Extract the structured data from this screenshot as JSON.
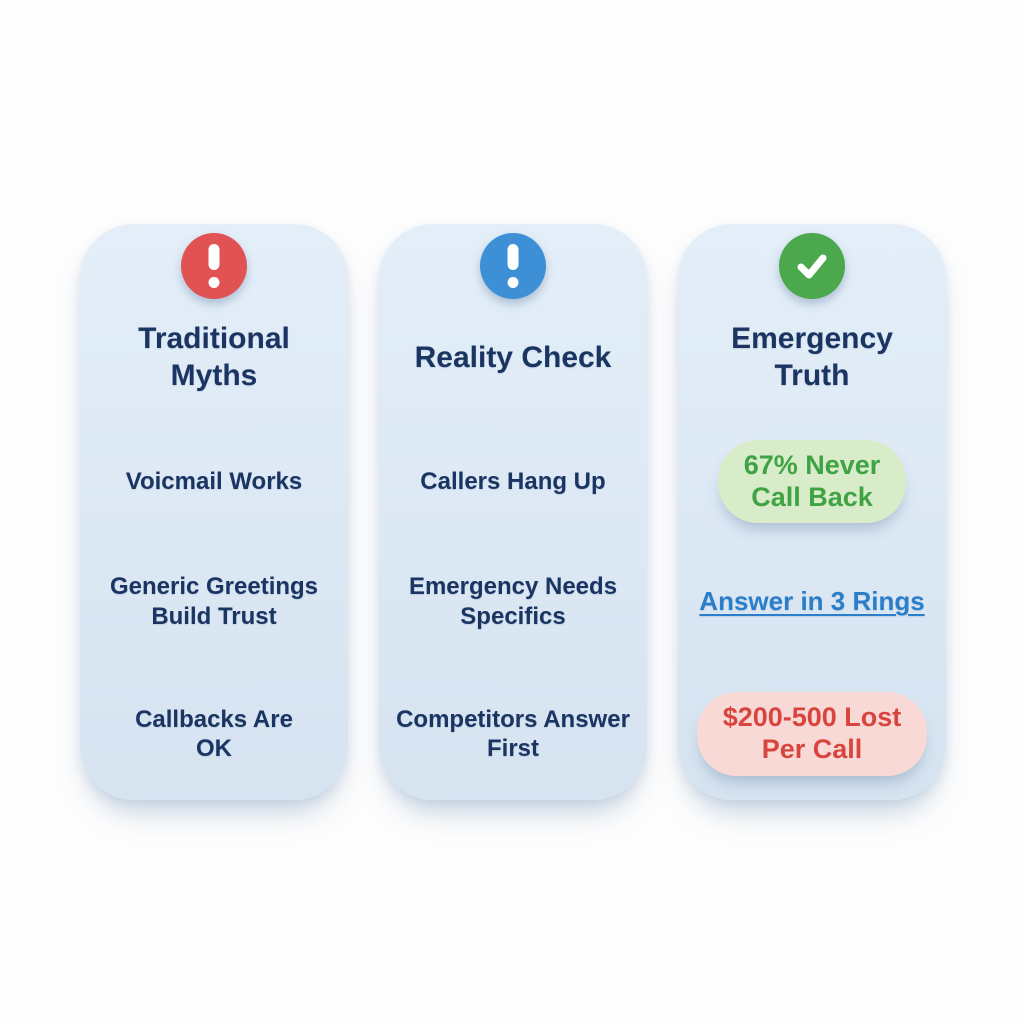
{
  "page": {
    "background_color": "#fdfdfd",
    "card_background_color": "#dce8f4",
    "text_color": "#1b3563"
  },
  "cards": [
    {
      "id": "traditional-myths",
      "icon": "exclamation-icon",
      "icon_color": "#e15352",
      "title": "Traditional\nMyths",
      "items": [
        {
          "text": "Voicmail Works",
          "style": "plain"
        },
        {
          "text": "Generic Greetings\nBuild Trust",
          "style": "plain"
        },
        {
          "text": "Callbacks Are\nOK",
          "style": "plain"
        }
      ]
    },
    {
      "id": "reality-check",
      "icon": "exclamation-icon",
      "icon_color": "#3d8fd6",
      "title": "Reality Check",
      "items": [
        {
          "text": "Callers Hang Up",
          "style": "plain"
        },
        {
          "text": "Emergency Needs\nSpecifics",
          "style": "plain"
        },
        {
          "text": "Competitors Answer\nFirst",
          "style": "plain"
        }
      ]
    },
    {
      "id": "emergency-truth",
      "icon": "checkmark-icon",
      "icon_color": "#4ba84c",
      "title": "Emergency\nTruth",
      "items": [
        {
          "text": "67% Never\nCall Back",
          "style": "pill-green",
          "bg": "#d8ecca",
          "color": "#3fa344"
        },
        {
          "text": "Answer in 3 Rings",
          "style": "link",
          "color": "#2b7ec9"
        },
        {
          "text": "$200-500 Lost\nPer Call",
          "style": "pill-red",
          "bg": "#f9d9d6",
          "color": "#d8453e"
        }
      ]
    }
  ]
}
